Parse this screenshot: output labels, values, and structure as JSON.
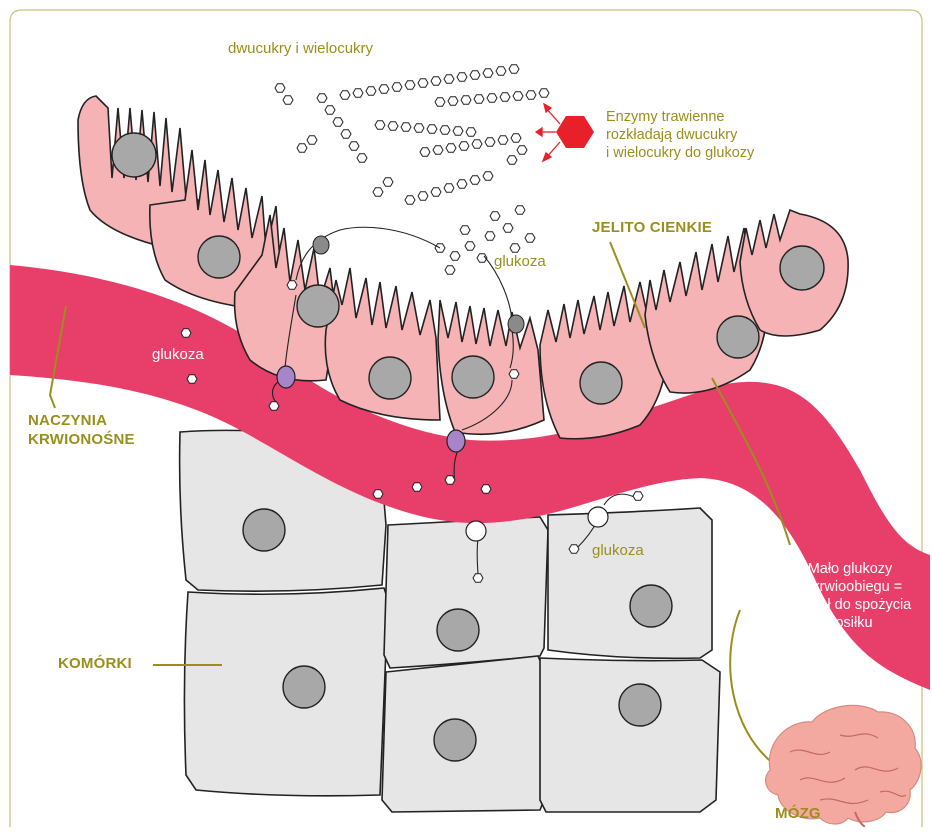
{
  "labels": {
    "disaccharides": "dwucukry i wielocukry",
    "enzymes_line1": "Enzymy trawienne",
    "enzymes_line2": "rozkładają dwucukry",
    "enzymes_line3": "i wielocukry do glukozy",
    "small_intestine": "JELITO CIENKIE",
    "glucose_intestine": "glukoza",
    "glucose_blood": "glukoza",
    "blood_vessels_line1": "NACZYNIA",
    "blood_vessels_line2": "KRWIONOŚNE",
    "glucose_cells": "glukoza",
    "signal_line1": "Mało glukozy",
    "signal_line2": "w krwioobiegu =",
    "signal_line3": "sygnał do spożycia",
    "signal_line4": "posiłku",
    "cells": "KOMÓRKI",
    "brain": "MÓZG"
  },
  "colors": {
    "olive_accent": "#9a8f1c",
    "intestine_cell": "#f5b3b5",
    "blood_vessel": "#e83f6a",
    "body_cell": "#e6e6e6",
    "nucleus": "#a8a8a8",
    "enzyme": "#e8202a",
    "transporter": "#a685c9",
    "brain": "#f4a9a0"
  }
}
